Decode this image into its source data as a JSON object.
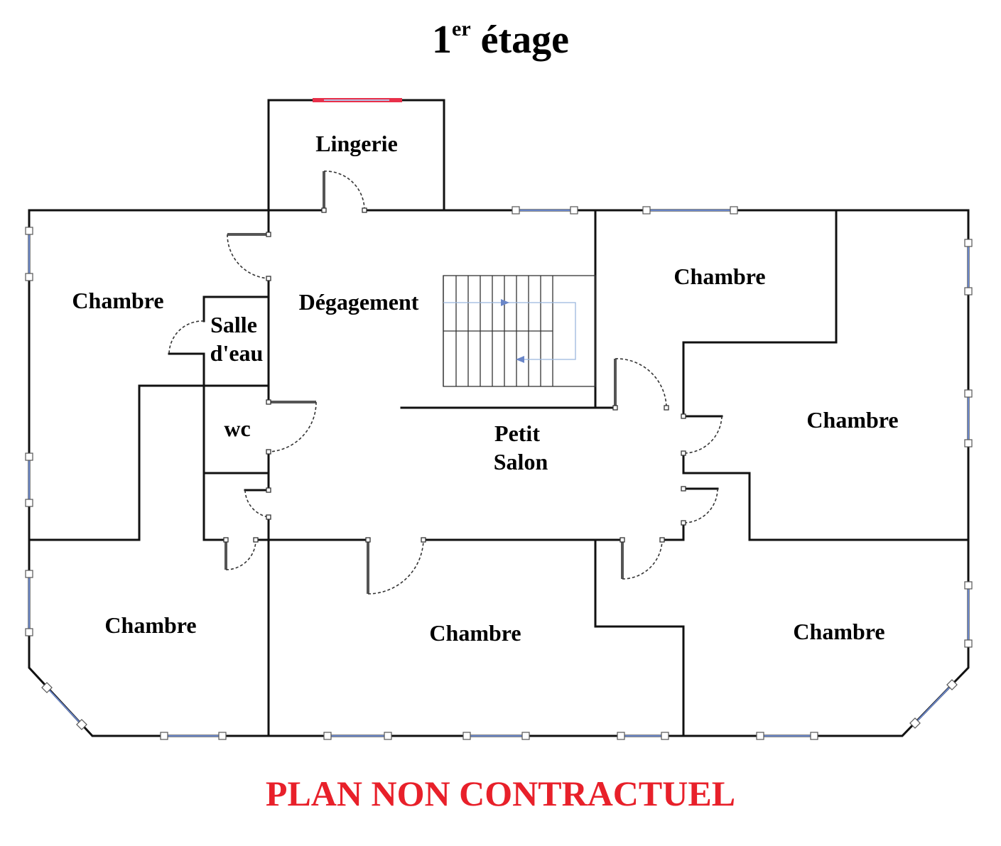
{
  "title": {
    "main": "1",
    "superscript": "er",
    "rest": " étage"
  },
  "footer": {
    "text": "PLAN NON CONTRACTUEL"
  },
  "colors": {
    "walls": "#111111",
    "footer": "#e8202a",
    "glass": "#6a86c8",
    "accent_window": "#e8304a"
  },
  "rooms": {
    "lingerie": "Lingerie",
    "degagement": "Dégagement",
    "chambre_top_right": "Chambre",
    "chambre_left_top": "Chambre",
    "salle_deau_line1": "Salle",
    "salle_deau_line2": "d'eau",
    "wc": "wc",
    "petit_salon_line1": "Petit",
    "petit_salon_line2": "Salon",
    "chambre_right_mid": "Chambre",
    "chambre_bottom_left": "Chambre",
    "chambre_bottom_center": "Chambre",
    "chambre_bottom_right": "Chambre"
  }
}
